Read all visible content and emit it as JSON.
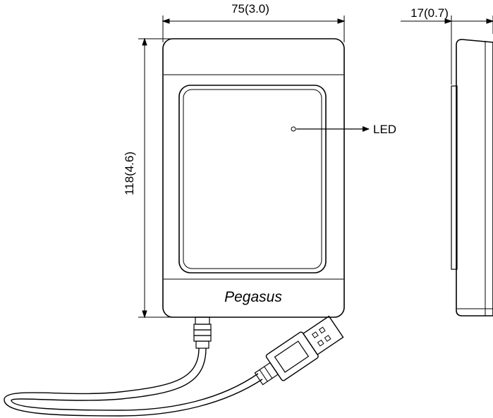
{
  "diagram": {
    "front_view": {
      "width_dimension": "75(3.0)",
      "height_dimension": "118(4.6)",
      "brand_logo_text": "Pegasus",
      "led_label": "LED"
    },
    "side_view": {
      "thickness_dimension": "17(0.7)"
    },
    "colors": {
      "line": "#000000",
      "background": "#ffffff"
    }
  }
}
